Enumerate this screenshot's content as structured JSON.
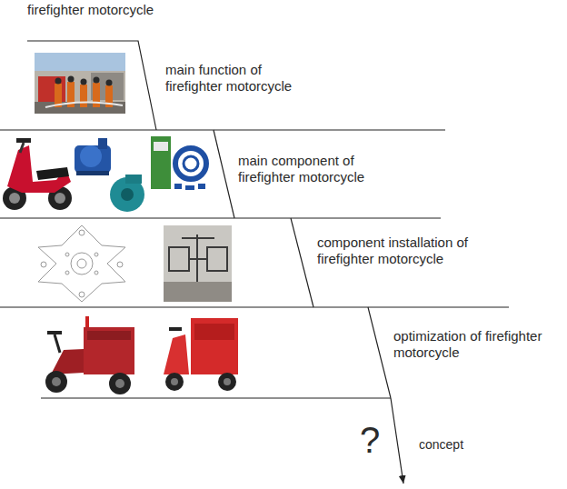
{
  "diagram": {
    "title": "firefighter motorcycle",
    "nodes": [
      {
        "text": [
          "main function of firefighter motorcycle"
        ]
      },
      {
        "text": [
          "main component of firefighter motorcycle"
        ]
      },
      {
        "text": [
          "component installation of firefighter motorcycle"
        ]
      },
      {
        "text": [
          "optimization of firefighter motorcycle"
        ]
      },
      {
        "text": [
          "concept"
        ]
      }
    ],
    "edges": [
      {
        "from": 3,
        "to": 4,
        "arrow": "to"
      }
    ],
    "labels": [
      "?"
    ]
  }
}
